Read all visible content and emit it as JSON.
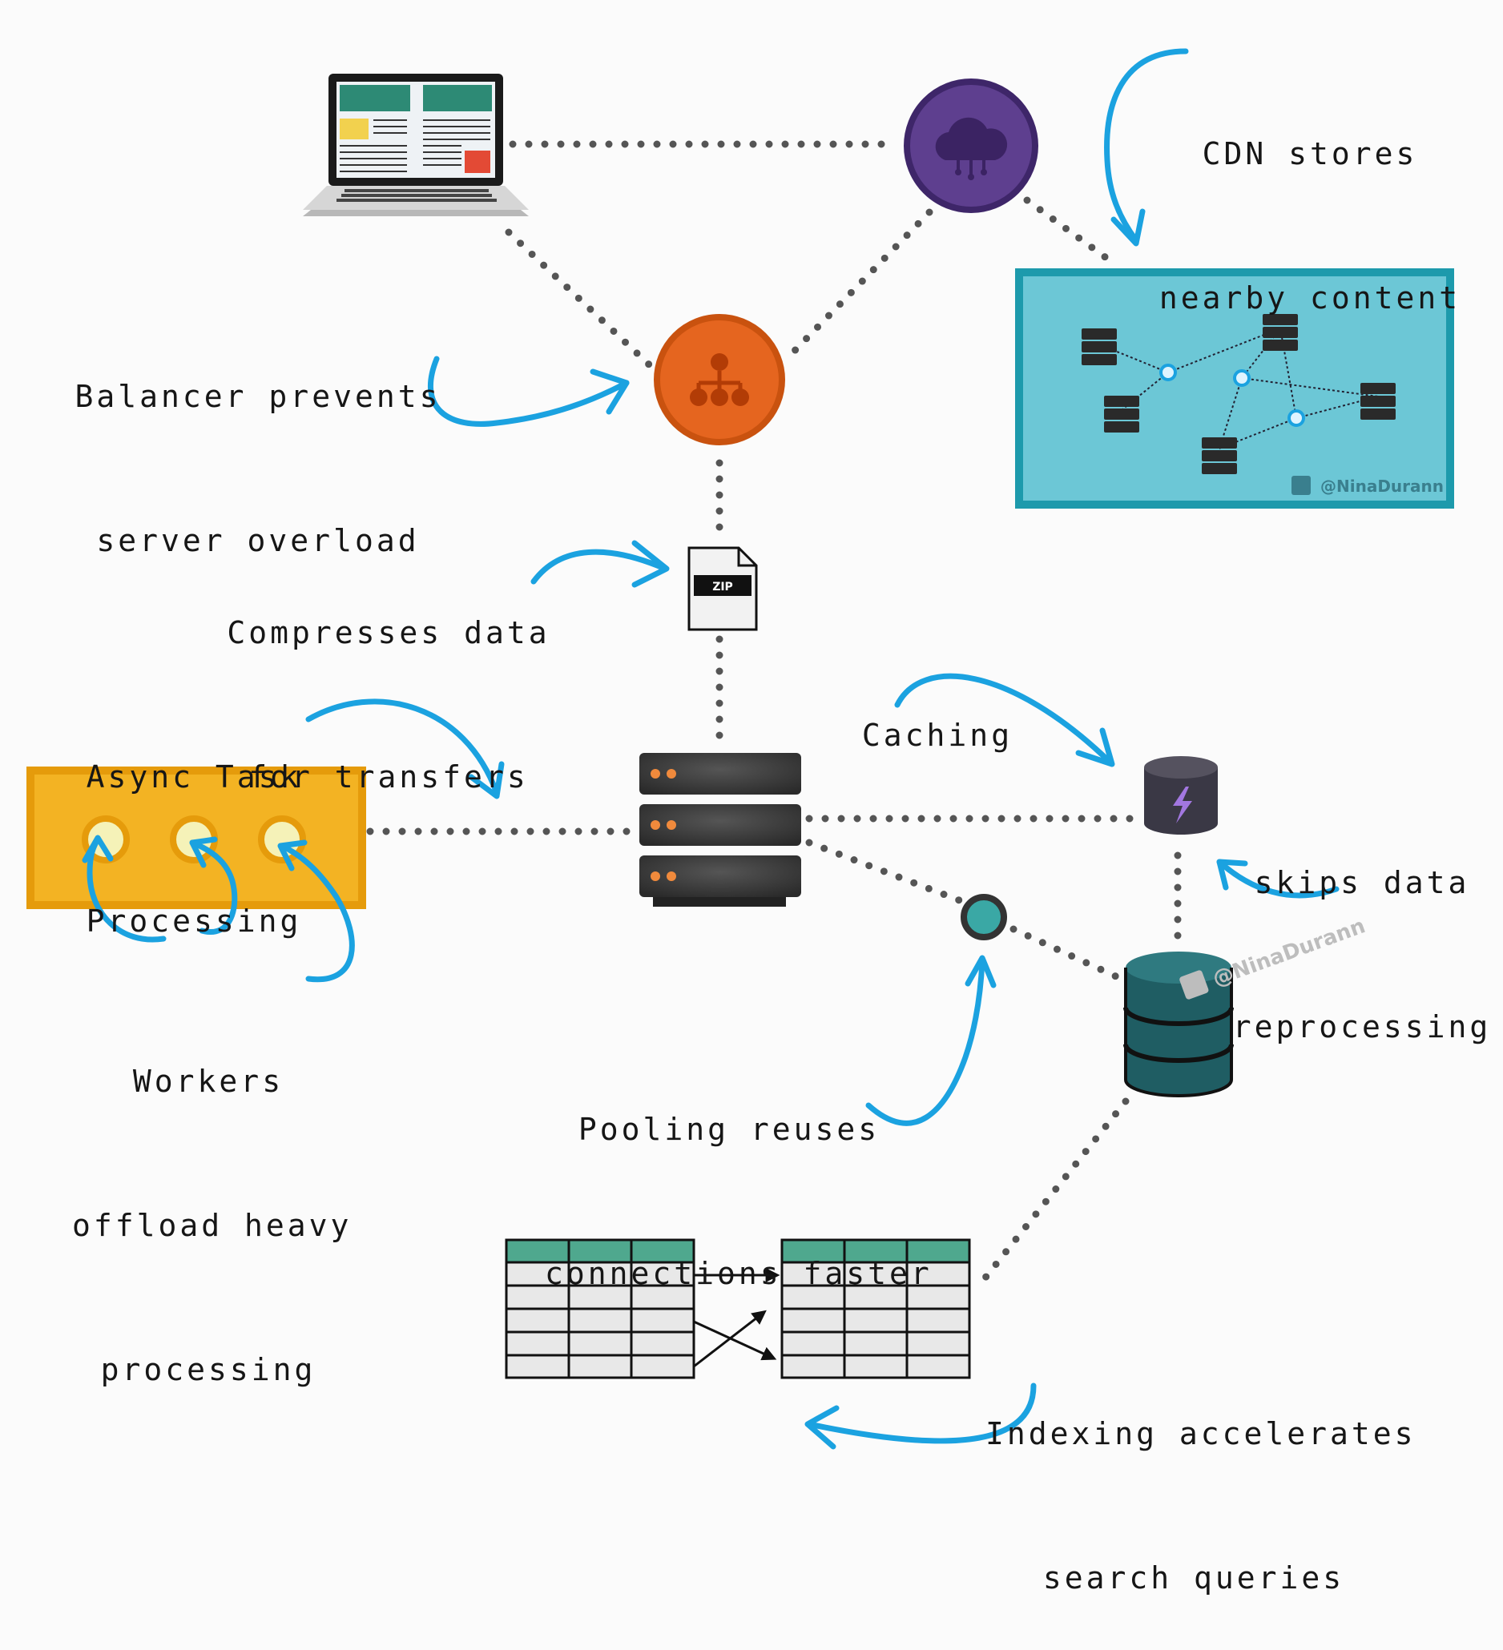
{
  "labels": {
    "cdn": [
      "CDN stores",
      "nearby content"
    ],
    "balancer": [
      "Balancer prevents",
      "server overload"
    ],
    "compress": [
      "Compresses data",
      "for transfers"
    ],
    "async": [
      "Async Task",
      "Processing"
    ],
    "caching": "Caching",
    "skips": [
      "skips data",
      "reprocessing"
    ],
    "workers": [
      "Workers",
      "offload heavy",
      "processing"
    ],
    "pooling": [
      "Pooling reuses",
      "connections faster"
    ],
    "indexing": [
      "Indexing accelerates",
      "search queries"
    ]
  },
  "zip_label": "ZIP",
  "watermark": "@NinaDurann",
  "icons": {
    "client": "laptop-icon",
    "cdn": "cloud-network-icon",
    "load_balancer": "hierarchy-icon",
    "compression": "zip-file-icon",
    "server": "server-rack-icon",
    "cache": "lightning-cylinder-icon",
    "pool": "connection-dot-icon",
    "database": "database-icon",
    "workers": "worker-queue-icon",
    "index": "table-icon",
    "annotation": "curved-arrow-icon",
    "brand": "linkedin-icon"
  },
  "colors": {
    "arrow": "#1ba2e0",
    "cdn_circle": "#5e3f8f",
    "balancer_circle": "#e5651f",
    "cdn_panel": "#6cc7d6",
    "cdn_border": "#1d9aac",
    "queue_fill": "#f3b323",
    "queue_border": "#e59b0b",
    "database": "#1f5d63",
    "table_header": "#4fa88e",
    "dots": "#555555"
  }
}
